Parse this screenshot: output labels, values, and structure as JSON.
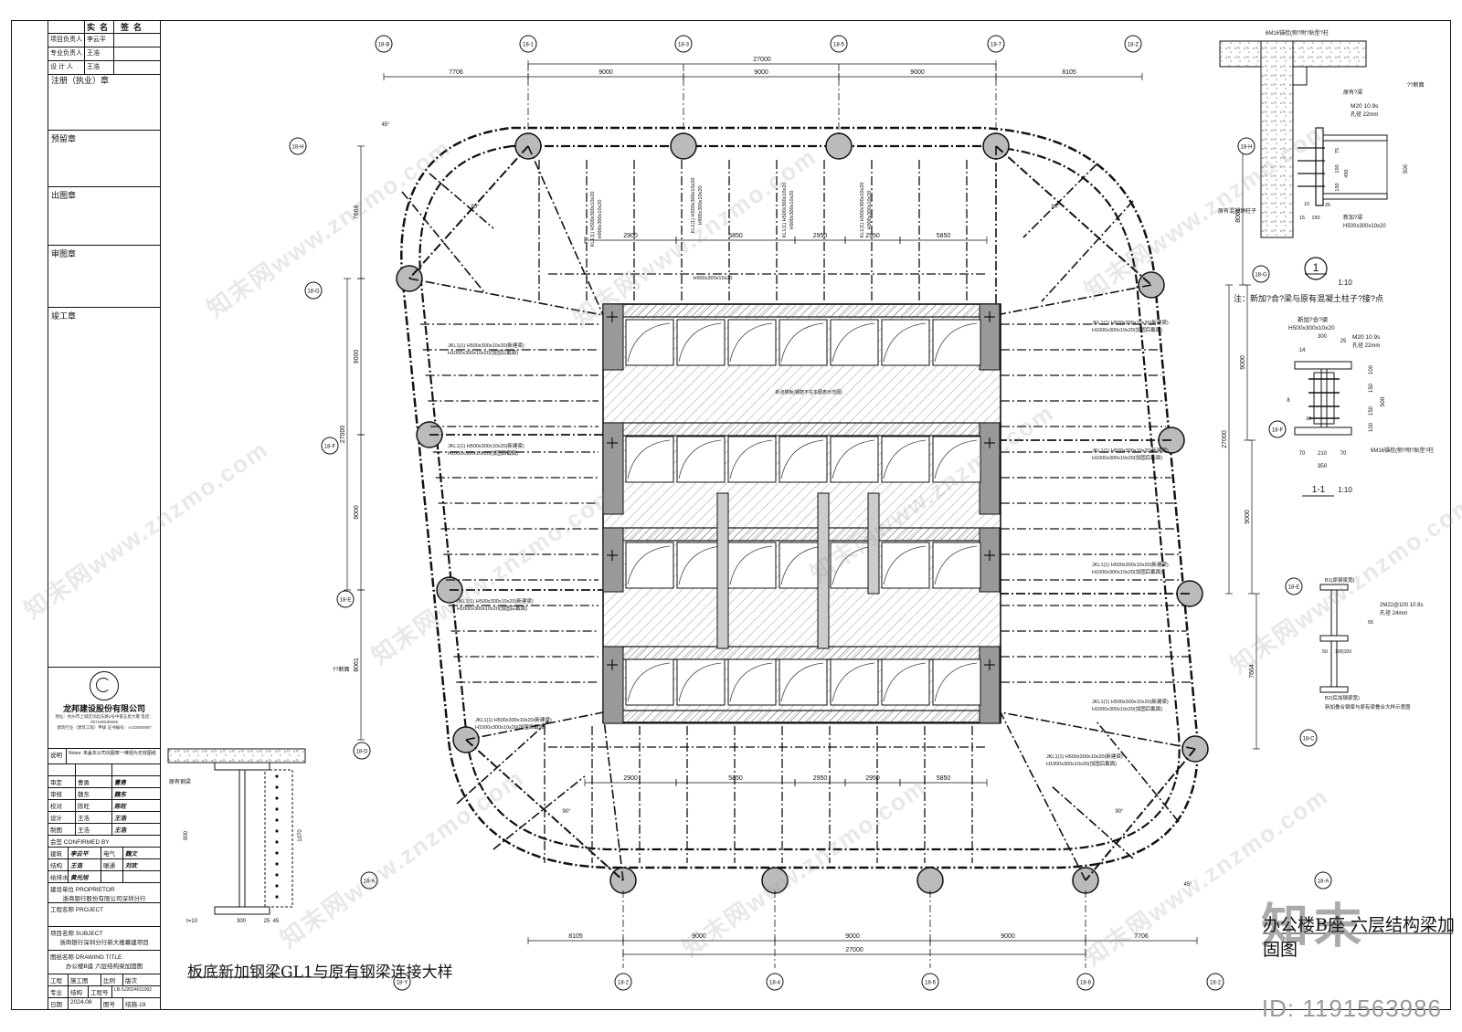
{
  "title_block": {
    "head": [
      "实",
      "名",
      "签",
      "名"
    ],
    "roles": [
      {
        "role": "项目负责人",
        "name": "李云平"
      },
      {
        "role": "专业负责人",
        "name": "王浩"
      },
      {
        "role": "设 计 人",
        "name": "王浩"
      }
    ],
    "stamps": [
      "注册（执业）章",
      "预留章",
      "出图章",
      "审图章",
      "竣工章"
    ],
    "company": "龙邦建设股份有限公司",
    "company_addr": "地址：杭州市上城区凤起东路2号中豪五星大厦 电话：057189035566",
    "company_cert": "建筑行业（建筑工程）甲级 证书编号：A133000987",
    "notes_label": "说明",
    "notes": "Notes: 未盖本公司出图章一律视为无效图纸",
    "sign_rows": [
      {
        "role": "审定",
        "name": "曹勇",
        "sig": "曹勇"
      },
      {
        "role": "审核",
        "name": "魏东",
        "sig": "魏东"
      },
      {
        "role": "校对",
        "name": "陈旺",
        "sig": "陈旺"
      },
      {
        "role": "设计",
        "name": "王浩",
        "sig": "王浩"
      },
      {
        "role": "制图",
        "name": "王浩",
        "sig": "王浩"
      }
    ],
    "confirm": "会签 CONFIRMED BY",
    "confirm_rows": [
      {
        "a": "建筑",
        "b": "李云平",
        "c": "电气",
        "d": "魏文"
      },
      {
        "a": "结构",
        "b": "王浩",
        "c": "暖通",
        "d": "刘欢"
      },
      {
        "a": "给排水",
        "b": "黄光旭",
        "c": "",
        "d": ""
      }
    ],
    "owner_label": "建设单位 PROPRIETOR",
    "owner": "浙商银行股份有限公司深圳分行",
    "project_label": "工程名称 PROJECT",
    "project": "",
    "subject_label": "项目名称 SUBJECT",
    "subject": "浙商银行深圳分行新大楼幕建项目",
    "drawing_label": "图纸名称 DRAWING TITLE",
    "drawing": "办公楼B座 六层结构梁加固图",
    "stage_row": {
      "a": "工程",
      "b": "施工图",
      "c": "比例",
      "d": "版次"
    },
    "major_row": {
      "a": "专业",
      "b": "结构",
      "c": "工程号",
      "d": "LB-SJ2024011002"
    },
    "date_row": {
      "a": "日期",
      "b": "2024.08",
      "c": "图号",
      "d": "结施-19"
    }
  },
  "drawing": {
    "axis_top": [
      "18-B",
      "18-1",
      "18-3",
      "18-5",
      "18-7",
      "18-Z"
    ],
    "axis_bottom": [
      "18-Y",
      "18-2",
      "18-4",
      "18-6",
      "18-8",
      "18-2"
    ],
    "axis_left": [
      "18-H",
      "18-G",
      "18-F",
      "18-E",
      "18-D",
      "18-A"
    ],
    "axis_right": [
      "18-H",
      "18-G",
      "18-F",
      "18-E",
      "18-C",
      "18-A"
    ],
    "dims_top": [
      "7706",
      "9000",
      "9000",
      "9000",
      "8105"
    ],
    "dim_total": "27000",
    "dims_bottom": [
      "8105",
      "9000",
      "9000",
      "9000",
      "7706"
    ],
    "dims_left": [
      "7664",
      "9000",
      "9000",
      "8061"
    ],
    "dims_right": [
      "8061",
      "9000",
      "9000",
      "7664"
    ],
    "inner_dims": [
      "2900",
      "5850",
      "2950",
      "2950",
      "5850"
    ],
    "beam_labels": [
      "JKL1(1) H500x300x10x20(新建梁)",
      "H1000x300x10x20(加固后截面)",
      "KL1(1) H500x300x10x20",
      "H900x300x10x20"
    ],
    "note_90": "90°",
    "note_45": "45°",
    "core_note": "新浇楼板(钢筋不在本图表示范围)",
    "section_note": "??断面",
    "main_title": "办公楼B座 六层结构梁加固图",
    "bottom_title": "板底新加钢梁GL1与原有钢梁连接大样"
  },
  "detail1": {
    "top_label": "6M16锚栓(侧?附?贴型?柱",
    "label_beam": "原有?梁",
    "label_dq": "??断面",
    "bolt": "M20 10.9s",
    "hole": "孔径 22mm",
    "col_label": "原有混凝土柱子",
    "new_beam": "新加?梁",
    "new_beam_size": "H500x300x10x20",
    "dims": [
      "75",
      "150",
      "150",
      "75",
      "450",
      "500",
      "14",
      "15",
      "150",
      "10",
      "25"
    ],
    "circle_no": "1",
    "scale": "1:10",
    "note": "注：新加?合?梁与原有混凝土柱子?接?点"
  },
  "detail2": {
    "label": "新加?合?梁",
    "size": "H500x300x10x20",
    "bolt": "M20 10.9s",
    "hole": "孔径 22mm",
    "anchor": "6M16锚栓(侧?附?贴型?柱",
    "dims_top": [
      "300",
      "25",
      "14"
    ],
    "dims_bottom": [
      "70",
      "210",
      "70",
      "350"
    ],
    "dims_right": [
      "100",
      "150",
      "150",
      "100",
      "500"
    ],
    "side_8": "8",
    "side_10": "10",
    "name": "1-1",
    "scale": "1:10"
  },
  "detail3": {
    "top": "B1(原钢梁宽)",
    "bolt": "2M22@100 10.9s",
    "hole": "孔径 24mm",
    "d55": "55",
    "d50": "50",
    "d100": "100|100",
    "bottom": "B2(后加钢梁宽)",
    "caption": "新加叠合钢梁与原有梁叠合大样示意图"
  },
  "detail_gl": {
    "label_beam": "原有钢梁",
    "dims": [
      "900",
      "1070",
      "300",
      "25",
      "45",
      "t=10"
    ]
  },
  "watermark": {
    "text": "知末网www.znzmo.com",
    "brand_logo": "知末",
    "id": "ID: 1191563986"
  }
}
